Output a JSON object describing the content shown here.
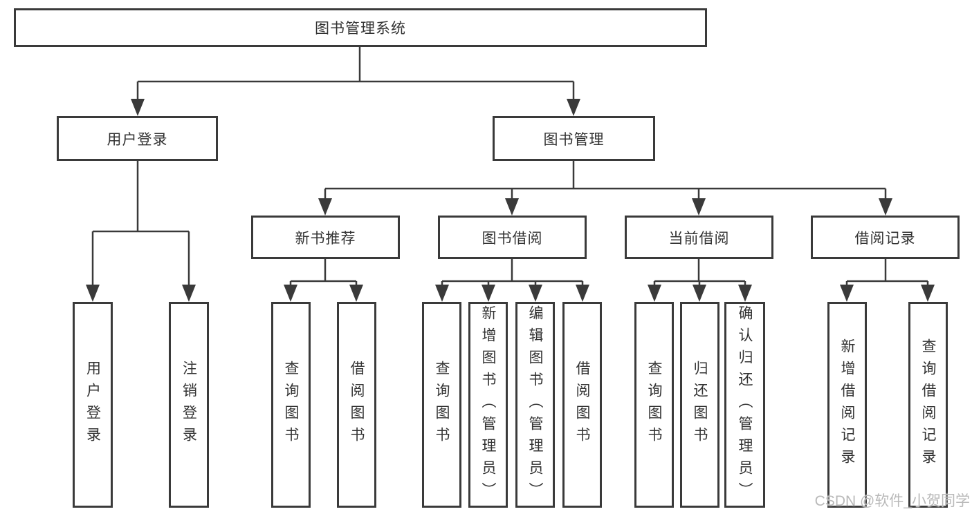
{
  "diagram": {
    "watermark": "CSDN @软件_小贺同学",
    "colors": {
      "background": "#ffffff",
      "line": "#3a3a3a",
      "box_border": "#3a3a3a",
      "text": "#333333",
      "watermark": "#b9b9b9"
    },
    "tree": {
      "label": "图书管理系统",
      "children": [
        {
          "label": "用户登录",
          "children": [
            {
              "label": "用户登录"
            },
            {
              "label": "注销登录"
            }
          ]
        },
        {
          "label": "图书管理",
          "children": [
            {
              "label": "新书推荐",
              "children": [
                {
                  "label": "查询图书"
                },
                {
                  "label": "借阅图书"
                }
              ]
            },
            {
              "label": "图书借阅",
              "children": [
                {
                  "label": "查询图书"
                },
                {
                  "label": "新增图书（管理员）"
                },
                {
                  "label": "编辑图书（管理员）"
                },
                {
                  "label": "借阅图书"
                }
              ]
            },
            {
              "label": "当前借阅",
              "children": [
                {
                  "label": "查询图书"
                },
                {
                  "label": "归还图书"
                },
                {
                  "label": "确认归还（管理员）"
                }
              ]
            },
            {
              "label": "借阅记录",
              "children": [
                {
                  "label": "新增借阅记录"
                },
                {
                  "label": "查询借阅记录"
                }
              ]
            }
          ]
        }
      ]
    }
  }
}
